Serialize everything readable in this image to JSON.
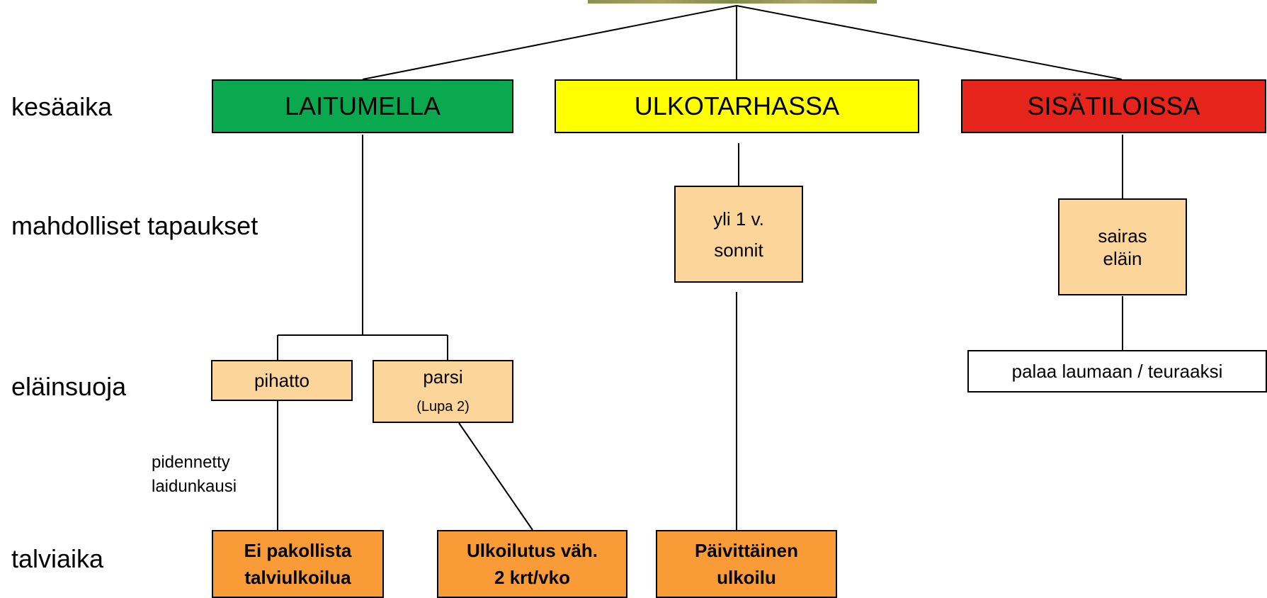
{
  "rows": {
    "summer": "kesäaika",
    "cases": "mahdolliset tapaukset",
    "shelter": "eläinsuoja",
    "winter": "talviaika"
  },
  "categories": {
    "pasture": "LAITUMELLA",
    "outdoor_pen": "ULKOTARHASSA",
    "indoors": "SISÄTILOISSA"
  },
  "cases": {
    "bulls_line1": "yli 1 v.",
    "bulls_line2": "sonnit",
    "sick_line1": "sairas",
    "sick_line2": "eläin"
  },
  "shelter": {
    "loose": "pihatto",
    "tie": "parsi",
    "tie_note": "(Lupa 2)",
    "return": "palaa laumaan / teuraaksi"
  },
  "extended_line1": "pidennetty",
  "extended_line2": "laidunkausi",
  "winter": {
    "optional_line1": "Ei pakollista",
    "optional_line2": "talviulkoilua",
    "twice_line1": "Ulkoilutus väh.",
    "twice_line2": "2 krt/vko",
    "daily_line1": "Päivittäinen",
    "daily_line2": "ulkoilu"
  },
  "colors": {
    "green": "#0aa84f",
    "yellow": "#ffff00",
    "red": "#e5241c",
    "peach": "#fcd59b",
    "orange": "#f99c38"
  }
}
